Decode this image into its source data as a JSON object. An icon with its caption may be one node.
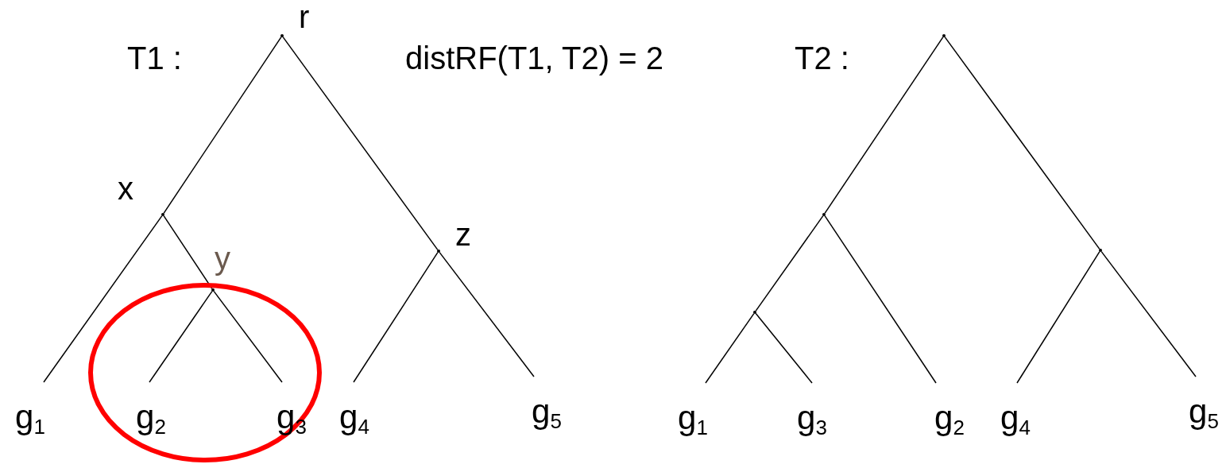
{
  "diagram": {
    "nodes": [
      {
        "text": [],
        "shape": "point",
        "beside": [
          "r"
        ]
      },
      {
        "text": [],
        "shape": "point",
        "beside": [
          "x"
        ]
      },
      {
        "text": [],
        "shape": "point",
        "beside": [
          "y"
        ]
      },
      {
        "text": [],
        "shape": "point",
        "beside": [
          "z"
        ]
      },
      {
        "text": [
          "g$_{1}$"
        ]
      },
      {
        "text": [
          "g$_{2}$"
        ]
      },
      {
        "text": [
          "g$_{3}$"
        ]
      },
      {
        "text": [
          "g$_{4}$"
        ]
      },
      {
        "text": [
          "g$_{5}$"
        ]
      },
      {
        "text": [],
        "shape": "point"
      },
      {
        "text": [],
        "shape": "point"
      },
      {
        "text": [],
        "shape": "point"
      },
      {
        "text": [],
        "shape": "point"
      },
      {
        "text": [
          "g$_{1}$"
        ]
      },
      {
        "text": [
          "g$_{3}$"
        ]
      },
      {
        "text": [
          "g$_{2}$"
        ]
      },
      {
        "text": [
          "g$_{4}$"
        ]
      },
      {
        "text": [
          "g$_{5}$"
        ]
      }
    ],
    "edges": [
      {
        "from": 0,
        "to": 1,
        "arrow": "none"
      },
      {
        "from": 1,
        "to": 4,
        "arrow": "none"
      },
      {
        "from": 1,
        "to": 2,
        "arrow": "none"
      },
      {
        "from": 2,
        "to": 5,
        "arrow": "none"
      },
      {
        "from": 2,
        "to": 6,
        "arrow": "none"
      },
      {
        "from": 0,
        "to": 3,
        "arrow": "none"
      },
      {
        "from": 3,
        "to": 7,
        "arrow": "none"
      },
      {
        "from": 3,
        "to": 8,
        "arrow": "none"
      },
      {
        "from": 9,
        "to": 10,
        "arrow": "none"
      },
      {
        "from": 10,
        "to": 11,
        "arrow": "none"
      },
      {
        "from": 11,
        "to": 13,
        "arrow": "none"
      },
      {
        "from": 11,
        "to": 14,
        "arrow": "none"
      },
      {
        "from": 10,
        "to": 15,
        "arrow": "none"
      },
      {
        "from": 9,
        "to": 12,
        "arrow": "none"
      },
      {
        "from": 12,
        "to": 16,
        "arrow": "none"
      },
      {
        "from": 12,
        "to": 17,
        "arrow": "none"
      }
    ],
    "labels": [
      "T1 :",
      "distRF(T1, T2) = 2",
      "T2 :"
    ]
  }
}
